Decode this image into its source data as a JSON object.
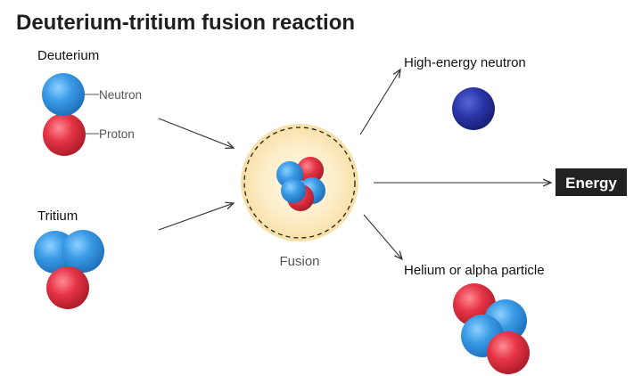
{
  "title": "Deuterium-tritium fusion reaction",
  "labels": {
    "deuterium": "Deuterium",
    "neutron_callout": "Neutron",
    "proton_callout": "Proton",
    "tritium": "Tritium",
    "fusion": "Fusion",
    "high_energy_neutron": "High-energy neutron",
    "energy": "Energy",
    "helium": "Helium or alpha particle"
  },
  "colors": {
    "neutron": "#3a9be6",
    "proton": "#e63546",
    "high_energy_neutron": "#2a35a8",
    "fusion_halo": "#fbe6b4",
    "energy_box": "#222222"
  }
}
